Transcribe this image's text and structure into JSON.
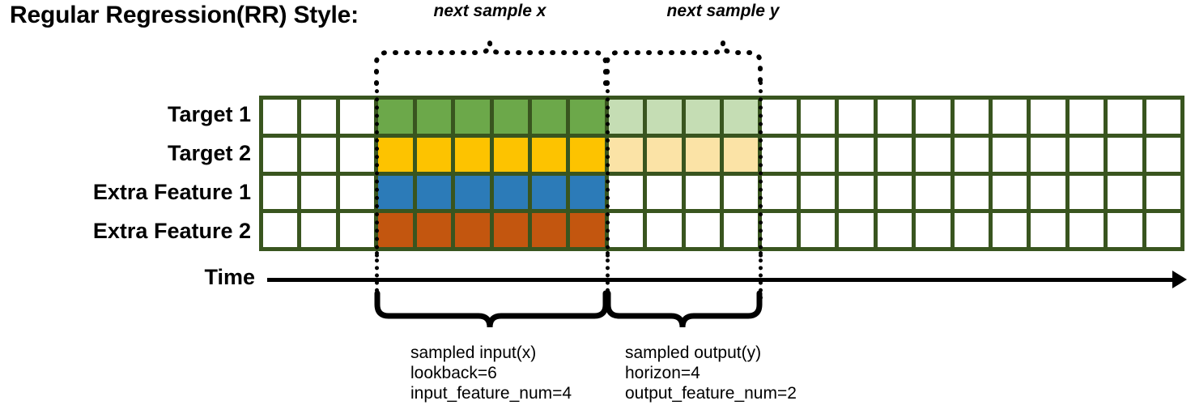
{
  "title": "Regular Regression(RR) Style:",
  "rows": [
    {
      "label": "Target 1",
      "color": "#6CA84A",
      "light": "#C5DDB4"
    },
    {
      "label": "Target 2",
      "color": "#FDC300",
      "light": "#FBE3A6"
    },
    {
      "label": "Extra Feature 1",
      "color": "#2C7BB8",
      "light": "#FFFFFF"
    },
    {
      "label": "Extra Feature 2",
      "color": "#C3560F",
      "light": "#FFFFFF"
    }
  ],
  "grid": {
    "total_columns": 24,
    "leading_blank_columns": 3,
    "input_columns": 6,
    "output_columns": 4,
    "trailing_blank_columns": 11,
    "border_color": "#39551F",
    "blank_color": "#FFFFFF"
  },
  "axis": {
    "label": "Time",
    "direction": "right"
  },
  "top_braces": [
    {
      "label": "next sample x"
    },
    {
      "label": "next sample y"
    }
  ],
  "bottom_captions": [
    {
      "line1": "sampled input(x)",
      "line2": "lookback=6",
      "line3": "input_feature_num=4"
    },
    {
      "line1": "sampled output(y)",
      "line2": "horizon=4",
      "line3": "output_feature_num=2"
    }
  ]
}
